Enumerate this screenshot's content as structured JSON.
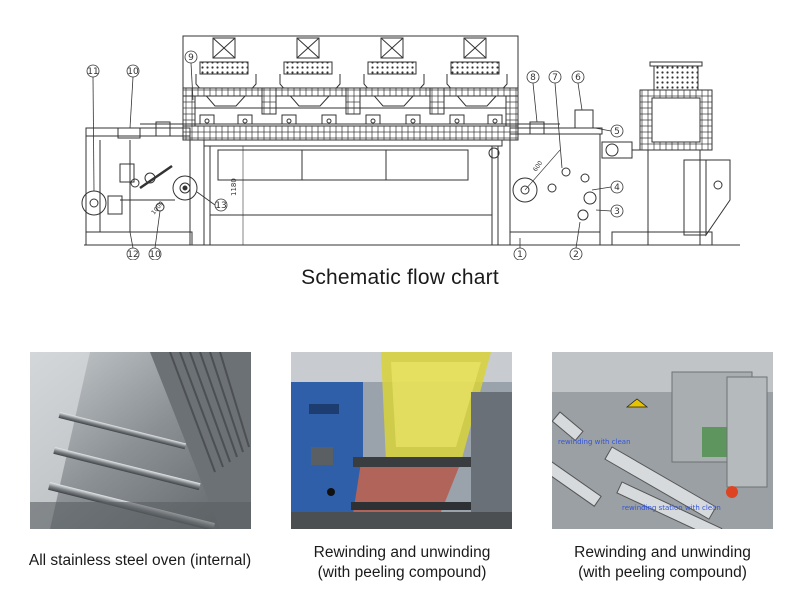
{
  "schematic": {
    "caption": "Schematic flow chart",
    "callouts": [
      "1",
      "2",
      "3",
      "4",
      "5",
      "6",
      "7",
      "8",
      "9",
      "10",
      "11",
      "12",
      "13"
    ],
    "dimensions": [
      "1180",
      "1000",
      "600"
    ]
  },
  "photos": [
    {
      "caption_lines": [
        "All stainless steel oven (internal)"
      ],
      "watermark": ""
    },
    {
      "caption_lines": [
        "Rewinding and unwinding",
        "(with peeling compound)"
      ],
      "watermark": ""
    },
    {
      "caption_lines": [
        "Rewinding and unwinding",
        "(with peeling compound)"
      ],
      "watermark_top": "rewinding with clean",
      "watermark_bottom": "rewinding station with clean"
    }
  ],
  "colors": {
    "line": "#333333",
    "hatch": "#555555",
    "steel": "#9aa0a4",
    "machine_blue": "#2f5fa8",
    "film_yellow": "#d8d23a",
    "film_red": "#b0645a"
  }
}
